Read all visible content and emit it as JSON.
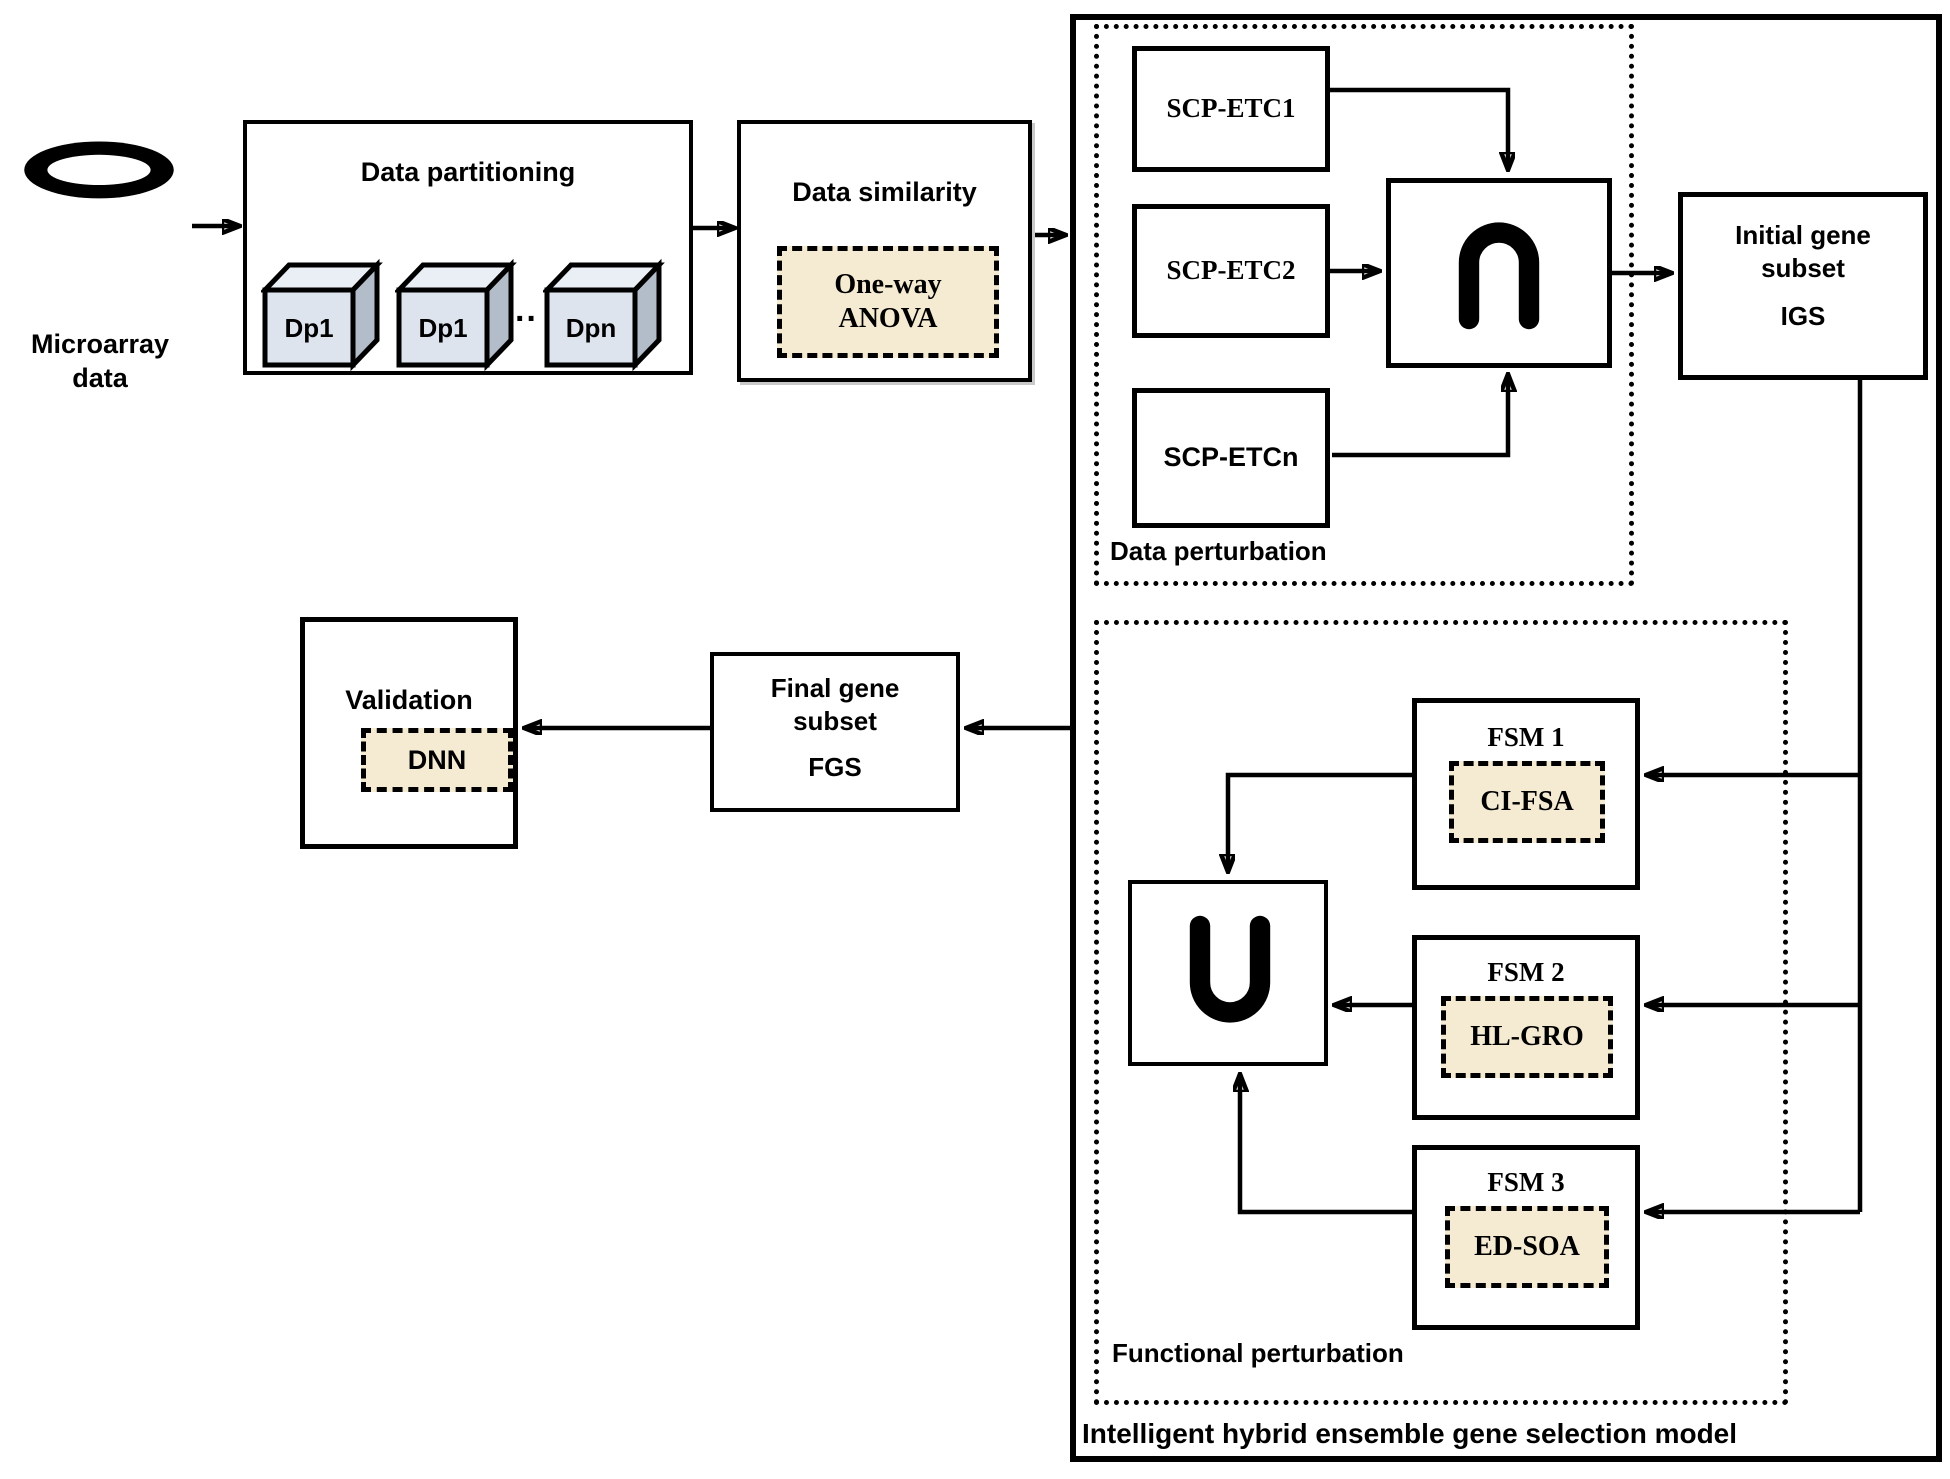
{
  "source": {
    "icon": "database-icon",
    "label_line1": "Microarray",
    "label_line2": "data"
  },
  "partitioning": {
    "title": "Data partitioning",
    "cubes": [
      "Dp1",
      "Dp1",
      "Dpn"
    ],
    "ellipsis": "··"
  },
  "similarity": {
    "title": "Data similarity",
    "method_line1": "One-way",
    "method_line2": "ANOVA"
  },
  "outer_model": {
    "label": "Intelligent hybrid ensemble gene selection model"
  },
  "data_perturbation": {
    "label": "Data perturbation",
    "classifiers": [
      "SCP-ETC1",
      "SCP-ETC2",
      "SCP-ETCn"
    ],
    "operator": "intersection"
  },
  "initial_gene_subset": {
    "line1": "Initial gene",
    "line2": "subset",
    "abbr": "IGS"
  },
  "functional_perturbation": {
    "label": "Functional perturbation",
    "modules": [
      {
        "name": "FSM 1",
        "method": "CI-FSA"
      },
      {
        "name": "FSM 2",
        "method": "HL-GRO"
      },
      {
        "name": "FSM 3",
        "method": "ED-SOA"
      }
    ],
    "operator": "union"
  },
  "final_gene_subset": {
    "line1": "Final gene",
    "line2": "subset",
    "abbr": "FGS"
  },
  "validation": {
    "title": "Validation",
    "method": "DNN"
  },
  "colors": {
    "method_fill": "#f5ead2",
    "line": "#000000",
    "cube_front": "#dde4ee",
    "cube_top": "#eaeef5",
    "cube_side": "#b3bcc9"
  }
}
